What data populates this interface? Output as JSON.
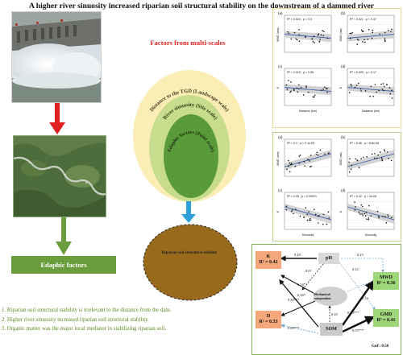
{
  "title": "A higher river sinuosity increased riparian soil structural stability on the downstream of a dammed river",
  "factors_title": "Factors from multi-scales",
  "rings": {
    "outer": "Distance to the TGD (Landscape scale)",
    "middle": "River sinuosity (Site scale)",
    "inner": "Edaphic factors (Point scale)"
  },
  "edaphic_label": "Edaphic factors",
  "riparian_label": "Riparian soil structural stability",
  "bullets": [
    "1. Riparian soil structural stability is irrelevant to the distance from the dam.",
    "2. Higher river sinuosity increased riparian soil structural stability.",
    "3. Organic matter was the major local mediator in stabilizing riparian soil."
  ],
  "top_panel": {
    "subplots": [
      {
        "letter": "(a)",
        "ylabel": "MWD (mm)",
        "stat": "R² = 0.024 , p = 0.3",
        "xlabel": ""
      },
      {
        "letter": "(b)",
        "ylabel": "GMD (mm)",
        "stat": "R² = 0.021 , p = 0.37",
        "xlabel": ""
      },
      {
        "letter": "(c)",
        "ylabel": "K",
        "stat": "R² = 0.019 , p = 0.55",
        "xlabel": "Distance (km)"
      },
      {
        "letter": "(d)",
        "ylabel": "D",
        "stat": "R² = 0.025 , p = 0.17",
        "xlabel": "Distance (km)"
      }
    ]
  },
  "mid_panel": {
    "subplots": [
      {
        "letter": "(a)",
        "ylabel": "MWD (mm)",
        "stat": "R² = 0.3 , p = 0.1e-05",
        "xlabel": ""
      },
      {
        "letter": "(b)",
        "ylabel": "GMD (mm)",
        "stat": "R² = 0.36 , p = 8.8e-06",
        "xlabel": ""
      },
      {
        "letter": "(c)",
        "ylabel": "K",
        "stat": "R² = 0.28 , p = 0.00021",
        "xlabel": "Sinuosity"
      },
      {
        "letter": "(d)",
        "ylabel": "D",
        "stat": "R² = 0.32 , p = 2e-05",
        "xlabel": "Sinuosity"
      }
    ]
  },
  "sem": {
    "nodes": {
      "ph": "pH",
      "k": "K",
      "k_r2": "R² = 0.42",
      "d": "D",
      "d_r2": "R² = 0.33",
      "mech": "Mechanical composition",
      "som": "SOM",
      "mwd": "MWD",
      "mwd_r2": "R² = 0.36",
      "gmd": "GMD",
      "gmd_r2": "R² = 0.41"
    },
    "coefs": [
      "0.28",
      "0.07",
      "0.23",
      "0.24*",
      "0.22",
      "0.36*",
      "0.50***",
      "0.20",
      "0.49***",
      "0.50***",
      "0.55***",
      "0.14"
    ],
    "gof": "GoF: 0.58"
  }
}
